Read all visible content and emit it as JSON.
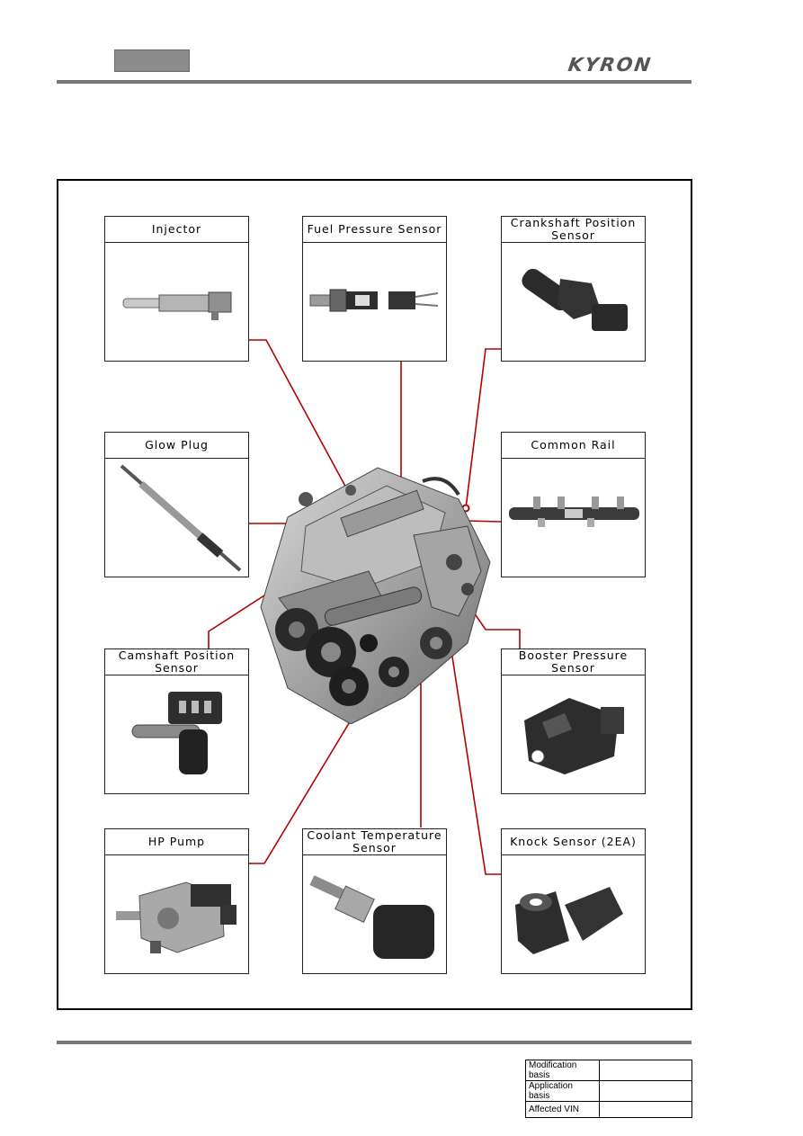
{
  "header": {
    "brand": "KYRON"
  },
  "panels": {
    "injector": "Injector",
    "fuel_pressure": "Fuel Pressure Sensor",
    "crankshaft": "Crankshaft Position\nSensor",
    "glow_plug": "Glow Plug",
    "common_rail": "Common Rail",
    "camshaft": "Camshaft Position\nSensor",
    "booster": "Booster Pressure Sensor",
    "hp_pump": "HP Pump",
    "coolant": "Coolant Temperature\nSensor",
    "knock": "Knock Sensor (2EA)"
  },
  "revision_table": {
    "modification": "Modification basis",
    "application": "Application basis",
    "vin": "Affected VIN"
  },
  "colors": {
    "leader_line": "#b30000",
    "rule": "#777777"
  }
}
